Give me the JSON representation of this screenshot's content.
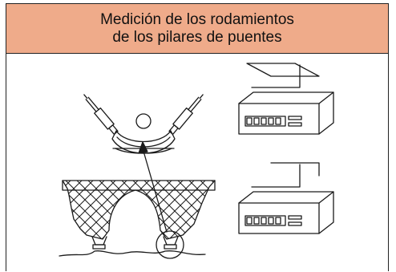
{
  "title": {
    "line1": "Medición de los rodamientos",
    "line2": "de los pilares de puentes"
  },
  "colors": {
    "header_background": "#efab8a",
    "line_color": "#1a1a1a"
  },
  "illustration": {
    "components": [
      "bridge-arch",
      "bearing-detail",
      "displacement-sensor",
      "digital-display",
      "digital-display"
    ]
  }
}
